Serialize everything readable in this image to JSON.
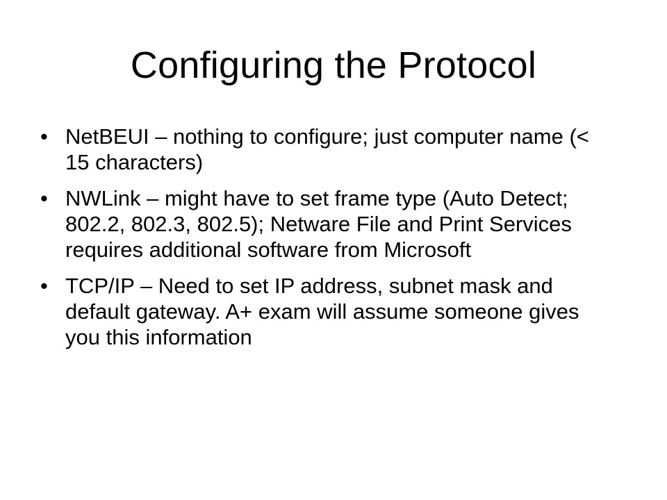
{
  "slide": {
    "title": "Configuring the Protocol",
    "bullet_glyph": "•",
    "bullets": [
      {
        "text": "NetBEUI – nothing to configure; just computer name (< 15 characters)"
      },
      {
        "text": "NWLink – might have to set frame type (Auto Detect; 802.2, 802.3, 802.5); Netware File and Print Services requires additional software from Microsoft"
      },
      {
        "text": "TCP/IP – Need to set IP address, subnet mask and default gateway. A+ exam will assume someone gives you this information"
      }
    ]
  }
}
